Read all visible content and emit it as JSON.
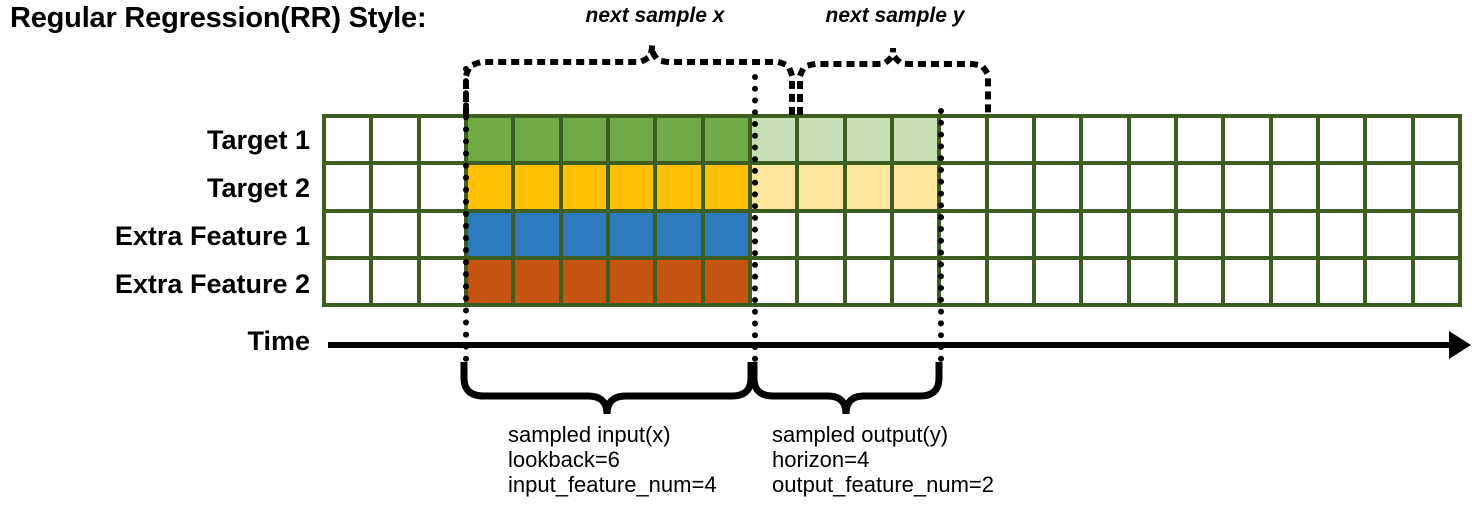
{
  "title": "Regular Regression(RR) Style:",
  "colors": {
    "grid_border": "#3c5e21",
    "target1_solid": "#6faa44",
    "target1_light": "#c6dfb4",
    "target2_solid": "#ffc000",
    "target2_light": "#ffe69d",
    "extra1_solid": "#2e7cbf",
    "extra2_solid": "#c65411",
    "empty": "#ffffff",
    "annotation": "#000000"
  },
  "top_annotations": [
    {
      "name": "next-sample-x",
      "label": "next sample x"
    },
    {
      "name": "next-sample-y",
      "label": "next sample y"
    }
  ],
  "rows": [
    {
      "label": "Target 1",
      "name": "target-1"
    },
    {
      "label": "Target 2",
      "name": "target-2"
    },
    {
      "label": "Extra Feature 1",
      "name": "extra-feature-1"
    },
    {
      "label": "Extra Feature 2",
      "name": "extra-feature-2"
    }
  ],
  "time_axis": {
    "label": "Time"
  },
  "grid": {
    "columns": 24,
    "rows": 4,
    "input_start_col": 3,
    "input_end_col": 8,
    "output_start_col": 9,
    "output_end_col": 12,
    "cell_fills": [
      [
        "#ffffff",
        "#ffffff",
        "#ffffff",
        "#6faa44",
        "#6faa44",
        "#6faa44",
        "#6faa44",
        "#6faa44",
        "#6faa44",
        "#c6dfb4",
        "#c6dfb4",
        "#c6dfb4",
        "#c6dfb4",
        "#ffffff",
        "#ffffff",
        "#ffffff",
        "#ffffff",
        "#ffffff",
        "#ffffff",
        "#ffffff",
        "#ffffff",
        "#ffffff",
        "#ffffff",
        "#ffffff"
      ],
      [
        "#ffffff",
        "#ffffff",
        "#ffffff",
        "#ffc000",
        "#ffc000",
        "#ffc000",
        "#ffc000",
        "#ffc000",
        "#ffc000",
        "#ffe69d",
        "#ffe69d",
        "#ffe69d",
        "#ffe69d",
        "#ffffff",
        "#ffffff",
        "#ffffff",
        "#ffffff",
        "#ffffff",
        "#ffffff",
        "#ffffff",
        "#ffffff",
        "#ffffff",
        "#ffffff",
        "#ffffff"
      ],
      [
        "#ffffff",
        "#ffffff",
        "#ffffff",
        "#2e7cbf",
        "#2e7cbf",
        "#2e7cbf",
        "#2e7cbf",
        "#2e7cbf",
        "#2e7cbf",
        "#ffffff",
        "#ffffff",
        "#ffffff",
        "#ffffff",
        "#ffffff",
        "#ffffff",
        "#ffffff",
        "#ffffff",
        "#ffffff",
        "#ffffff",
        "#ffffff",
        "#ffffff",
        "#ffffff",
        "#ffffff",
        "#ffffff"
      ],
      [
        "#ffffff",
        "#ffffff",
        "#ffffff",
        "#c65411",
        "#c65411",
        "#c65411",
        "#c65411",
        "#c65411",
        "#c65411",
        "#ffffff",
        "#ffffff",
        "#ffffff",
        "#ffffff",
        "#ffffff",
        "#ffffff",
        "#ffffff",
        "#ffffff",
        "#ffffff",
        "#ffffff",
        "#ffffff",
        "#ffffff",
        "#ffffff",
        "#ffffff",
        "#ffffff"
      ]
    ]
  },
  "bottom_annotations": [
    {
      "name": "sampled-input",
      "lines": [
        "sampled input(x)",
        "lookback=6",
        "input_feature_num=4"
      ]
    },
    {
      "name": "sampled-output",
      "lines": [
        "sampled output(y)",
        "horizon=4",
        "output_feature_num=2"
      ]
    }
  ]
}
